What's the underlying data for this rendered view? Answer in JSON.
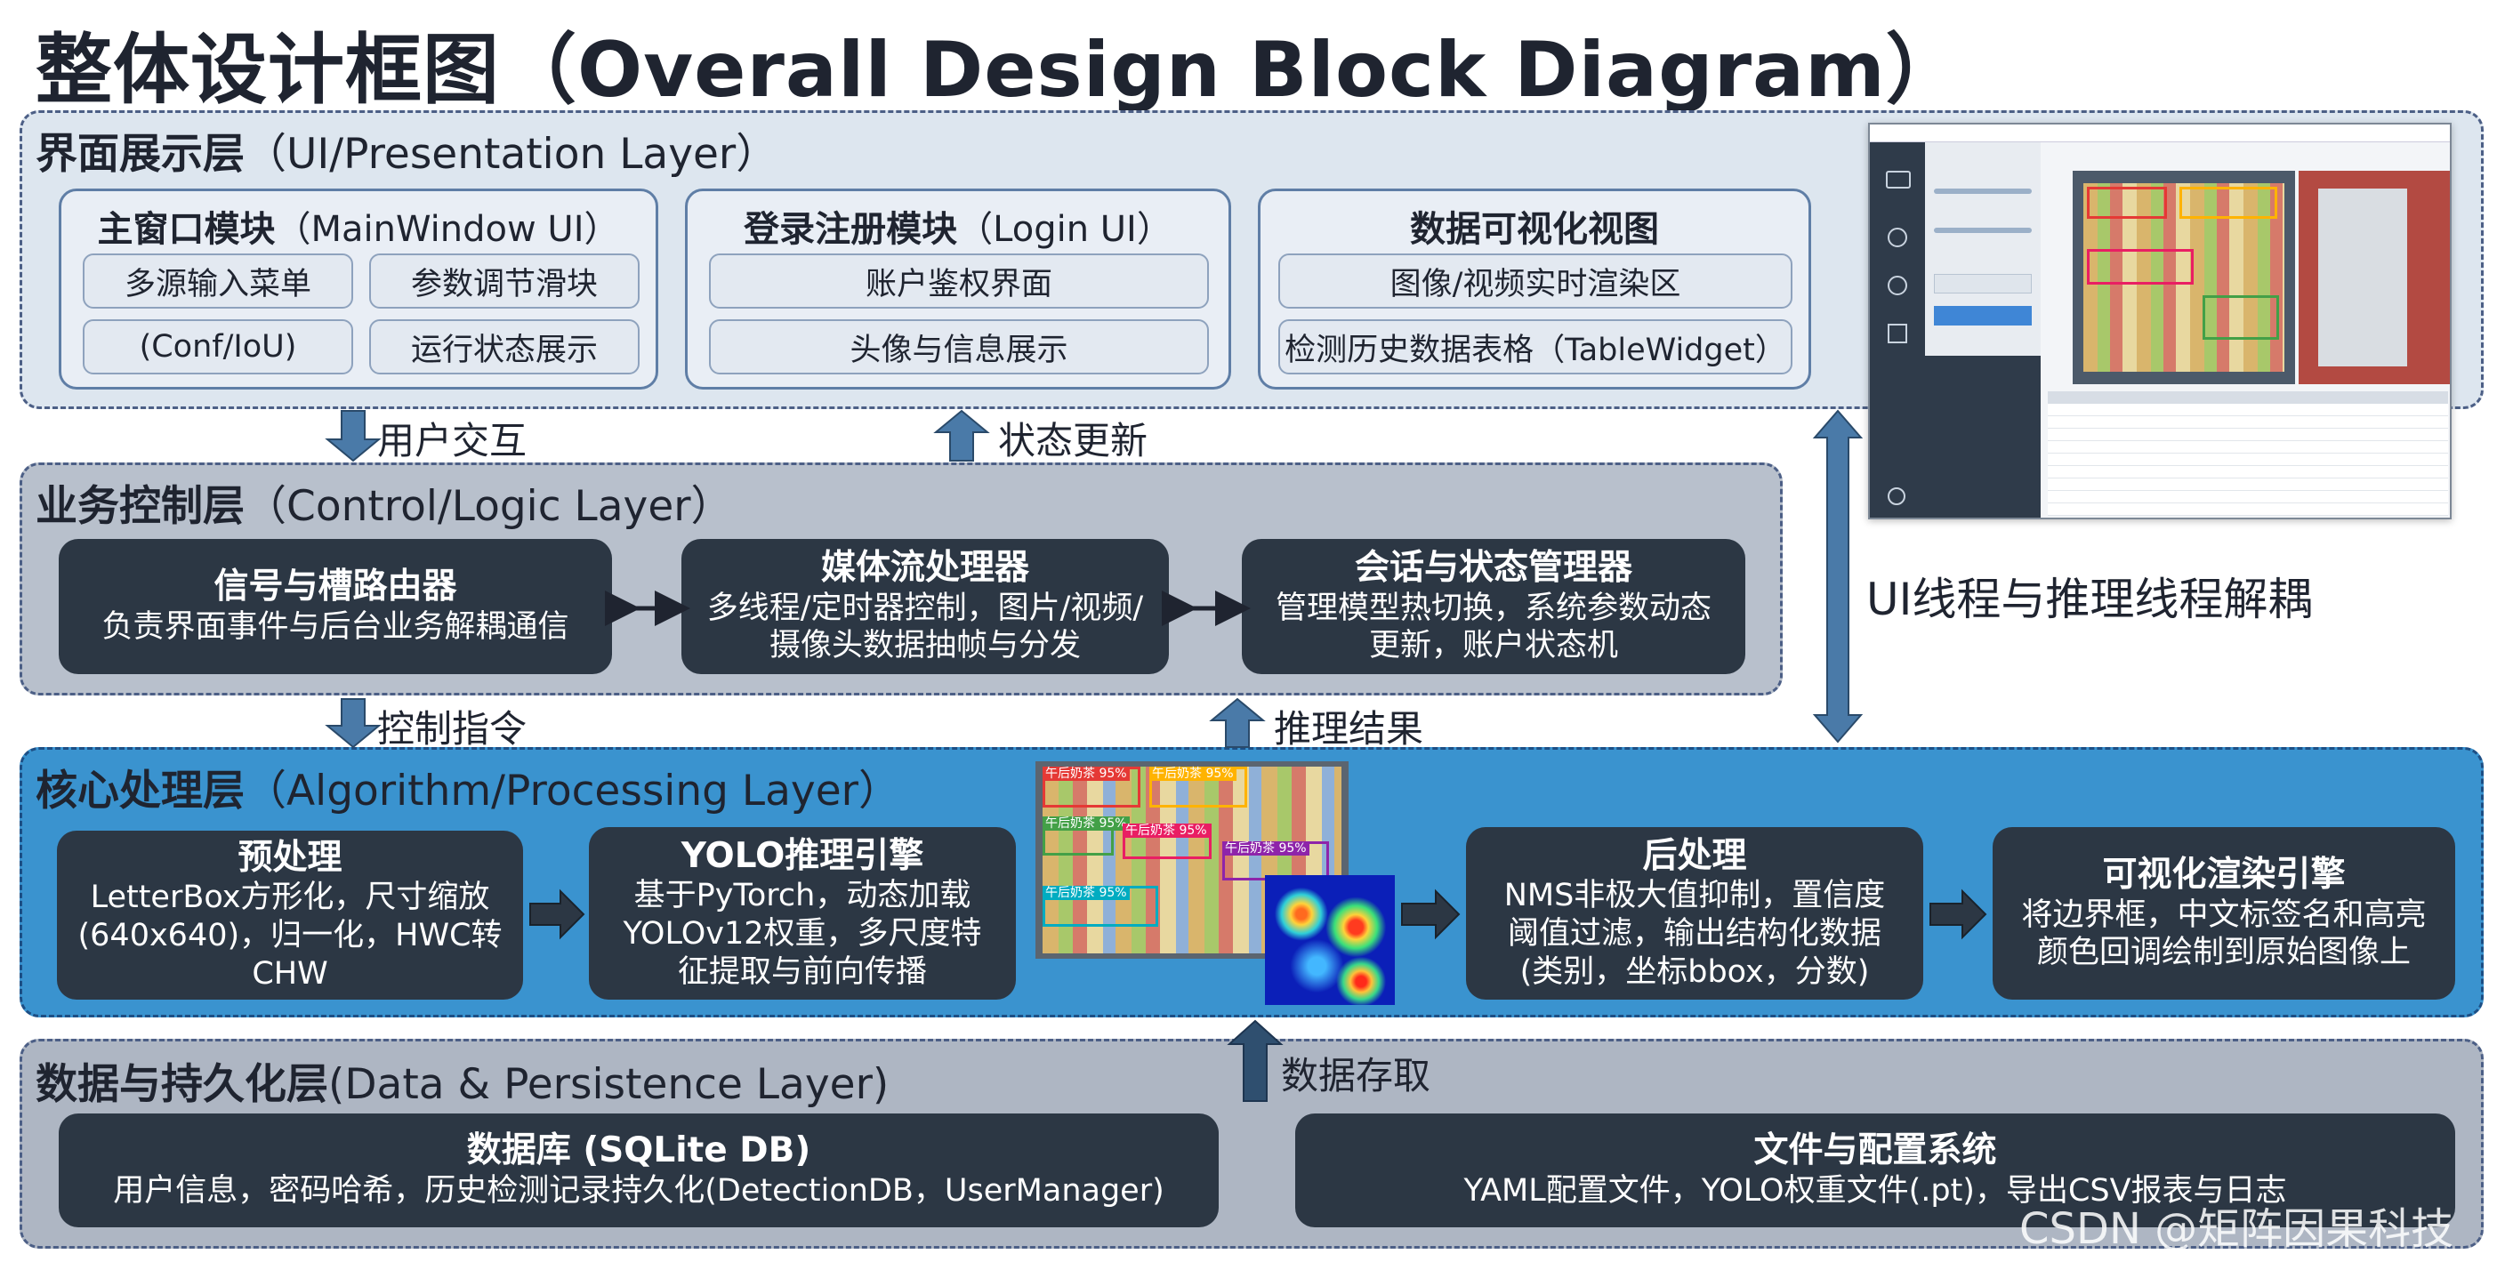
{
  "title": "整体设计框图（Overall Design Block Diagram）",
  "layers": {
    "ui": {
      "zh": "界面展示层",
      "en": "（UI/Presentation Layer）",
      "modules": {
        "mainwindow": {
          "zh": "主窗口模块",
          "en": "（MainWindow UI）",
          "items": [
            "多源输入菜单",
            "参数调节滑块",
            "(Conf/IoU)",
            "运行状态展示"
          ]
        },
        "login": {
          "zh": "登录注册模块",
          "en": "（Login UI）",
          "items": [
            "账户鉴权界面",
            "头像与信息展示"
          ]
        },
        "viz": {
          "zh": "数据可视化视图",
          "items": [
            "图像/视频实时渲染区",
            "检测历史数据表格（TableWidget）"
          ]
        }
      }
    },
    "control": {
      "zh": "业务控制层",
      "en": "（Control/Logic Layer）",
      "boxes": [
        {
          "title": "信号与槽路由器",
          "lines": [
            "负责界面事件与后台业务解耦通信"
          ]
        },
        {
          "title": "媒体流处理器",
          "lines": [
            "多线程/定时器控制，图片/视频/",
            "摄像头数据抽帧与分发"
          ]
        },
        {
          "title": "会话与状态管理器",
          "lines": [
            "管理模型热切换，系统参数动态",
            "更新，账户状态机"
          ]
        }
      ]
    },
    "core": {
      "zh": "核心处理层",
      "en": "（Algorithm/Processing Layer）",
      "boxes": [
        {
          "title": "预处理",
          "lines": [
            "LetterBox方形化，尺寸缩放",
            "(640x640)，归一化，HWC转",
            "CHW"
          ]
        },
        {
          "title": "YOLO推理引擎",
          "lines": [
            "基于PyTorch，动态加载",
            "YOLOv12权重，多尺度特",
            "征提取与前向传播"
          ]
        },
        {
          "title": "后处理",
          "lines": [
            "NMS非极大值抑制，置信度",
            "阈值过滤，输出结构化数据",
            "(类别，坐标bbox，分数)"
          ]
        },
        {
          "title": "可视化渲染引擎",
          "lines": [
            "将边界框，中文标签名和高亮",
            "颜色回调绘制到原始图像上"
          ]
        }
      ]
    },
    "data": {
      "zh": "数据与持久化层",
      "en": "(Data & Persistence Layer)",
      "boxes": [
        {
          "title": "数据库 (SQLite DB)",
          "lines": [
            "用户信息，密码哈希，历史检测记录持久化(DetectionDB，UserManager)"
          ]
        },
        {
          "title": "文件与配置系统",
          "lines": [
            "YAML配置文件，YOLO权重文件(.pt)，导出CSV报表与日志"
          ]
        }
      ]
    }
  },
  "flows": {
    "user_interaction": "用户交互",
    "state_update": "状态更新",
    "control_command": "控制指令",
    "inference_result": "推理结果",
    "data_access": "数据存取",
    "decouple": "UI线程与推理线程解耦"
  },
  "detections": {
    "labels": [
      "午后奶茶 95%",
      "午后奶茶 95%",
      "午后奶茶 95%",
      "午后奶茶 95%",
      "午后奶茶 95%",
      "午后奶茶 95%"
    ],
    "colors": [
      "#e53935",
      "#ffb300",
      "#43a047",
      "#e91e63",
      "#8e24aa",
      "#00acc1"
    ]
  },
  "watermark": "CSDN @矩阵因果科技",
  "colors": {
    "ui_bg": "#dde6ef",
    "core_bg": "#3a93cf",
    "dark_box": "#2c3744",
    "arrow": "#4a7aa8"
  }
}
